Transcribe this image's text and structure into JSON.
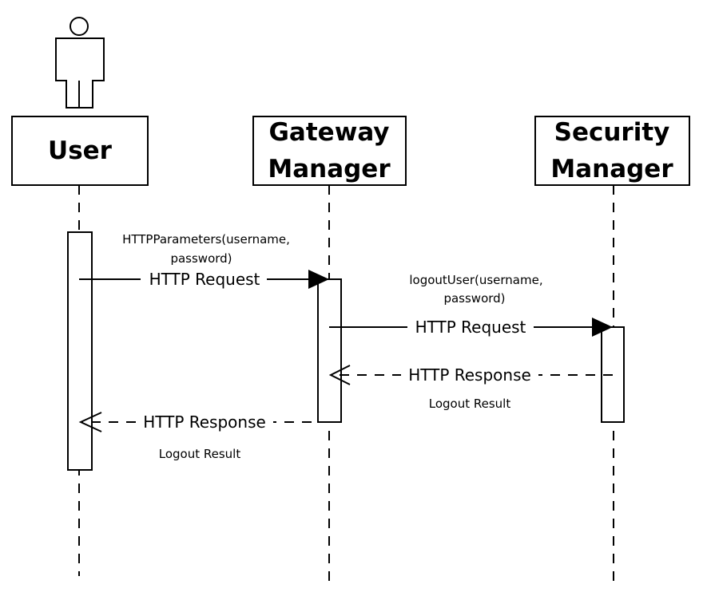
{
  "participants": {
    "user": {
      "label": "User"
    },
    "gateway": {
      "line1": "Gateway",
      "line2": "Manager"
    },
    "security": {
      "line1": "Security",
      "line2": "Manager"
    }
  },
  "messages": {
    "m1": {
      "label": "HTTP Request",
      "param_line1": "HTTPParameters(username,",
      "param_line2": "password)"
    },
    "m2": {
      "label": "HTTP Request",
      "param_line1": "logoutUser(username,",
      "param_line2": "password)"
    },
    "m3": {
      "label": "HTTP Response",
      "note": "Logout Result"
    },
    "m4": {
      "label": "HTTP Response",
      "note": "Logout Result"
    }
  }
}
